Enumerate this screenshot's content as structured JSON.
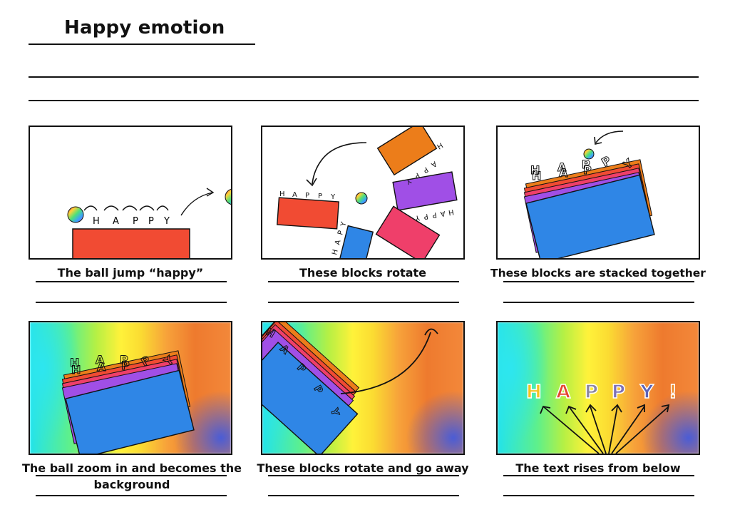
{
  "title": "Happy emotion",
  "panels": [
    {
      "caption": "The ball jump “happy”",
      "word": [
        "H",
        "A",
        "P",
        "P",
        "Y"
      ]
    },
    {
      "caption": "These blocks rotate",
      "word": [
        "H",
        "A",
        "P",
        "P",
        "Y"
      ]
    },
    {
      "caption": "These blocks are stacked together"
    },
    {
      "caption_line1": "The ball zoom in and becomes the",
      "caption_line2": "background"
    },
    {
      "caption": "These blocks rotate and go away"
    },
    {
      "caption": "The text rises from below",
      "word": [
        "H",
        "A",
        "P",
        "P",
        "Y",
        "!"
      ]
    }
  ],
  "colors": {
    "red_block": "#f14b33",
    "orange_block": "#ec7d1a",
    "purple_block": "#a04fe6",
    "pink_block": "#ef3f6a",
    "blue_block": "#2f86e6",
    "ink": "#111111"
  }
}
